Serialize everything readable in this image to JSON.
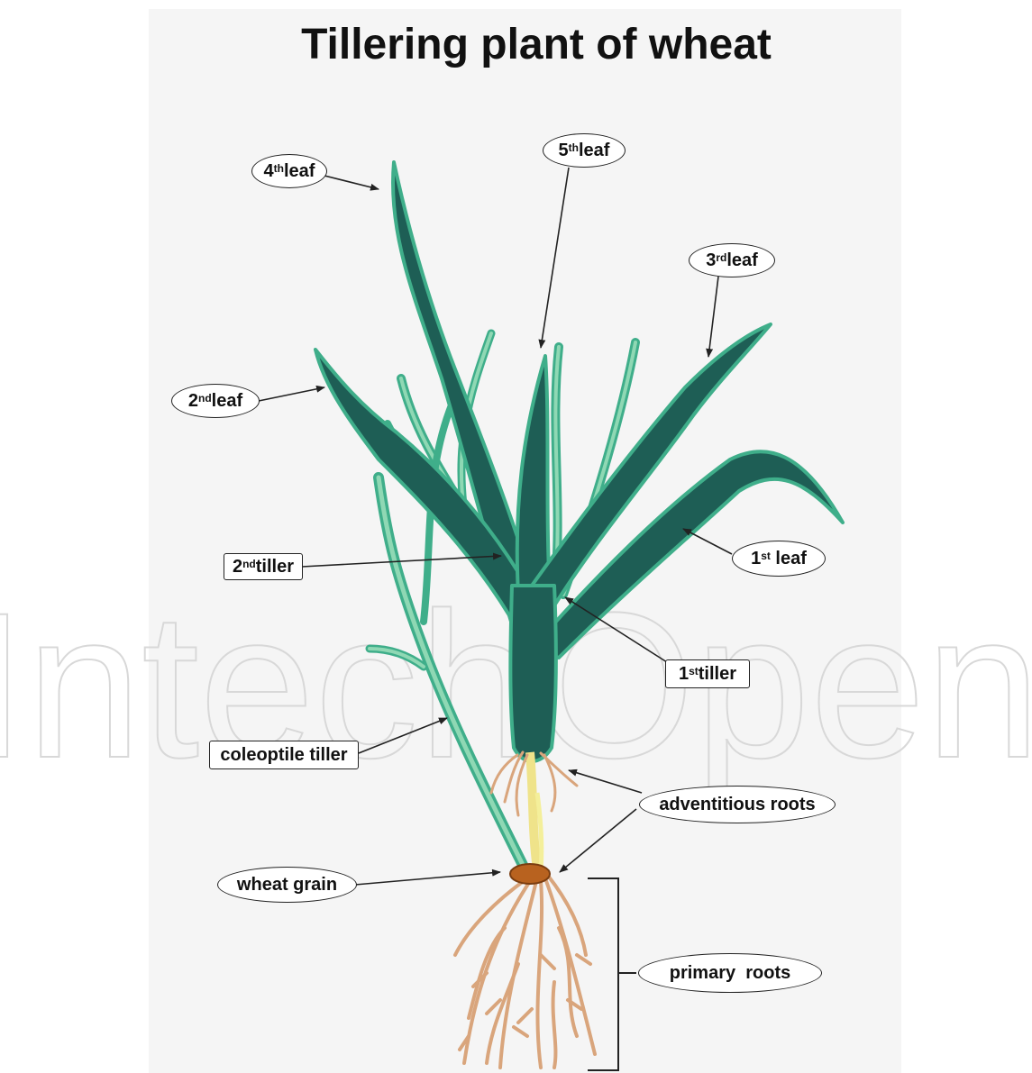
{
  "title": "Tillering plant of wheat",
  "labels": {
    "leaf4": {
      "ordinal": "4",
      "suffix": "th",
      "word": "leaf"
    },
    "leaf5": {
      "ordinal": "5",
      "suffix": "th",
      "word": "leaf"
    },
    "leaf3": {
      "ordinal": "3",
      "suffix": "rd",
      "word": "leaf"
    },
    "leaf2": {
      "ordinal": "2",
      "suffix": "nd",
      "word": "leaf"
    },
    "leaf1": {
      "ordinal": "1",
      "suffix": "st",
      "word": " leaf"
    },
    "tiller2": {
      "ordinal": "2",
      "suffix": "nd",
      "word": "tiller"
    },
    "tiller1": {
      "ordinal": "1",
      "suffix": "st",
      "word": "tiller"
    },
    "coleoptile_tiller": "coleoptile tiller",
    "adventitious_roots": "adventitious roots",
    "wheat_grain": "wheat grain",
    "primary_roots": "primary  roots"
  },
  "watermark": "IntechOpen",
  "colors": {
    "leaf_dark": "#1e5e55",
    "leaf_edge": "#3fae8a",
    "tiller_light": "#6cc39a",
    "root": "#d9a57c",
    "grain": "#b8621f",
    "coleoptile": "#efe38a"
  }
}
